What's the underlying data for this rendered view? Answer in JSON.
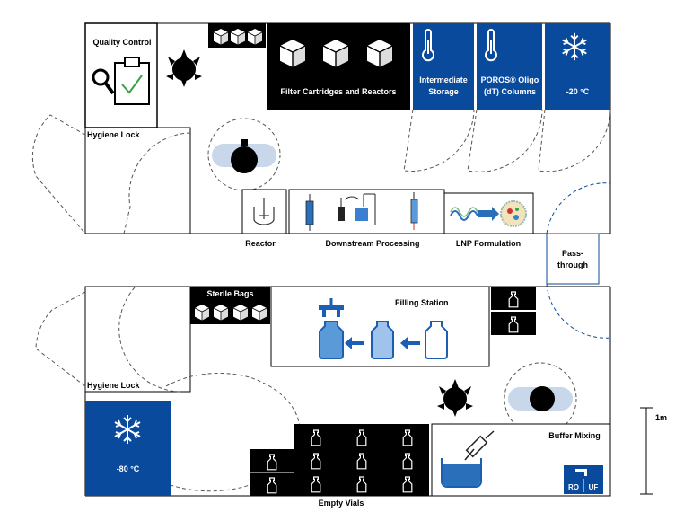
{
  "floor1": {
    "quality_control": "Quality Control",
    "filter_cartridges": "Filter Cartridges and Reactors",
    "intermediate_storage": "Intermediate Storage",
    "poros_columns": "POROS® Oligo (dT) Columns",
    "freezer_20": "-20 °C",
    "hygiene_lock": "Hygiene Lock",
    "reactor": "Reactor",
    "downstream": "Downstream Processing",
    "lnp": "LNP Formulation"
  },
  "pass_through": "Pass-through",
  "floor2": {
    "sterile_bags": "Sterile Bags",
    "filling_station": "Filling Station",
    "hygiene_lock": "Hygiene Lock",
    "freezer_80": "-80 °C",
    "empty_vials": "Empty Vials",
    "buffer_mixing": "Buffer Mixing",
    "ro": "RO",
    "uf": "UF"
  },
  "scale": "1m",
  "colors": {
    "blue": "#0a4a9c",
    "black": "#000000",
    "dashed": "#555555",
    "light_blue": "#9fc3ea"
  },
  "icons": [
    "magnifier-icon",
    "clipboard-check-icon",
    "box-icon",
    "thermometer-icon",
    "snowflake-icon",
    "robot-icon",
    "column-icon",
    "rna-icon",
    "lipid-nanoparticle-icon",
    "bottle-icon",
    "vial-icon",
    "syringe-icon",
    "faucet-icon"
  ]
}
